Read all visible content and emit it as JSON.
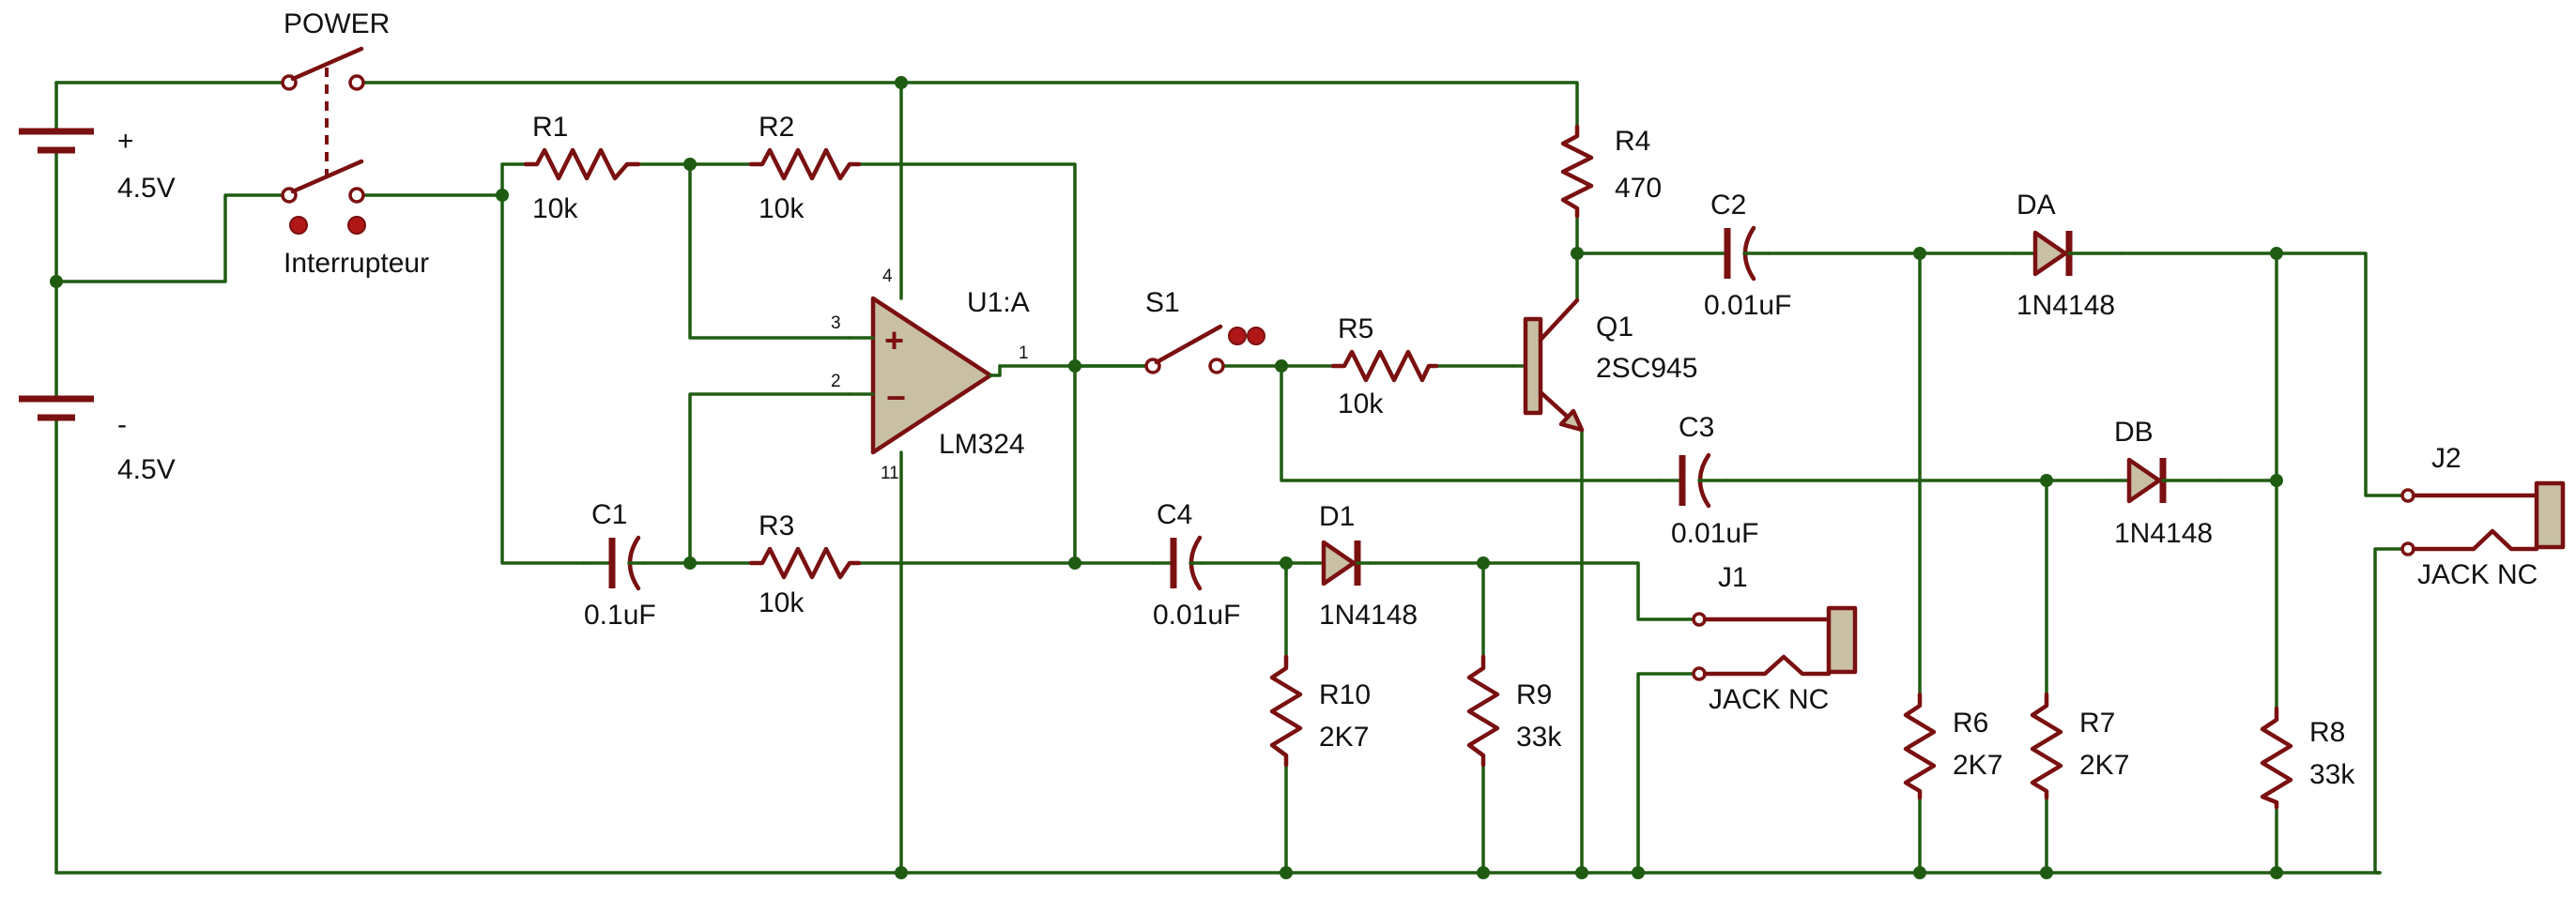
{
  "power": {
    "label": "POWER",
    "switch_label": "Interrupteur"
  },
  "batteries": [
    {
      "sign": "+",
      "voltage": "4.5V"
    },
    {
      "sign": "-",
      "voltage": "4.5V"
    }
  ],
  "resistors": [
    {
      "ref": "R1",
      "value": "10k"
    },
    {
      "ref": "R2",
      "value": "10k"
    },
    {
      "ref": "R3",
      "value": "10k"
    },
    {
      "ref": "R4",
      "value": "470"
    },
    {
      "ref": "R5",
      "value": "10k"
    },
    {
      "ref": "R6",
      "value": "2K7"
    },
    {
      "ref": "R7",
      "value": "2K7"
    },
    {
      "ref": "R8",
      "value": "33k"
    },
    {
      "ref": "R9",
      "value": "33k"
    },
    {
      "ref": "R10",
      "value": "2K7"
    }
  ],
  "capacitors": [
    {
      "ref": "C1",
      "value": "0.1uF"
    },
    {
      "ref": "C2",
      "value": "0.01uF"
    },
    {
      "ref": "C3",
      "value": "0.01uF"
    },
    {
      "ref": "C4",
      "value": "0.01uF"
    }
  ],
  "diodes": [
    {
      "ref": "D1",
      "value": "1N4148"
    },
    {
      "ref": "DA",
      "value": "1N4148"
    },
    {
      "ref": "DB",
      "value": "1N4148"
    }
  ],
  "opamp": {
    "ref": "U1:A",
    "part": "LM324",
    "pins": {
      "vcc": "4",
      "noninv": "3",
      "inv": "2",
      "out": "1",
      "gnd": "11"
    }
  },
  "switch_s1": {
    "ref": "S1"
  },
  "transistor": {
    "ref": "Q1",
    "part": "2SC945"
  },
  "jacks": [
    {
      "ref": "J1",
      "part": "JACK NC"
    },
    {
      "ref": "J2",
      "part": "JACK NC"
    }
  ],
  "colors": {
    "wire": "#1f5c12",
    "component": "#7a1010",
    "fill": "#c9c0a4",
    "led": "#b01818"
  }
}
